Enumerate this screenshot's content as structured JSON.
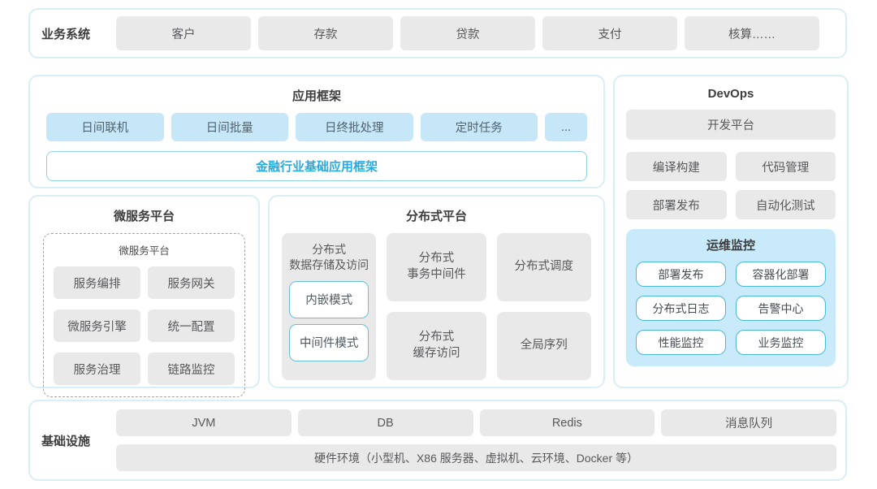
{
  "business_system": {
    "label": "业务系统",
    "items": [
      "客户",
      "存款",
      "贷款",
      "支付",
      "核算……"
    ]
  },
  "app_framework": {
    "title": "应用框架",
    "chips": [
      "日间联机",
      "日间批量",
      "日终批处理",
      "定时任务",
      "..."
    ],
    "base_framework": "金融行业基础应用框架"
  },
  "microservice_platform": {
    "title": "微服务平台",
    "inner_title": "微服务平台",
    "items": [
      "服务编排",
      "服务网关",
      "微服务引擎",
      "统一配置",
      "服务治理",
      "链路监控"
    ]
  },
  "distributed_platform": {
    "title": "分布式平台",
    "storage_title": "分布式\n数据存储及访问",
    "storage_modes": [
      "内嵌模式",
      "中间件模式"
    ],
    "cells": [
      "分布式\n事务中间件",
      "分布式调度",
      "分布式\n缓存访问",
      "全局序列"
    ]
  },
  "devops": {
    "title": "DevOps",
    "dev_platform": "开发平台",
    "tools": [
      "编译构建",
      "代码管理",
      "部署发布",
      "自动化测试"
    ],
    "ops_monitoring": {
      "title": "运维监控",
      "items": [
        "部署发布",
        "容器化部署",
        "分布式日志",
        "告警中心",
        "性能监控",
        "业务监控"
      ]
    }
  },
  "infrastructure": {
    "label": "基础设施",
    "items": [
      "JVM",
      "DB",
      "Redis",
      "消息队列"
    ],
    "hardware": "硬件环境（小型机、X86 服务器、虚拟机、云环境、Docker 等）"
  },
  "colors": {
    "section_border": "#d9eef6",
    "chip_gray": "#e9e9ea",
    "chip_blue": "#c5e7f8",
    "panel_blue": "#c9eafa",
    "outline_blue": "#4ab7db",
    "accent_text": "#29aadc"
  }
}
